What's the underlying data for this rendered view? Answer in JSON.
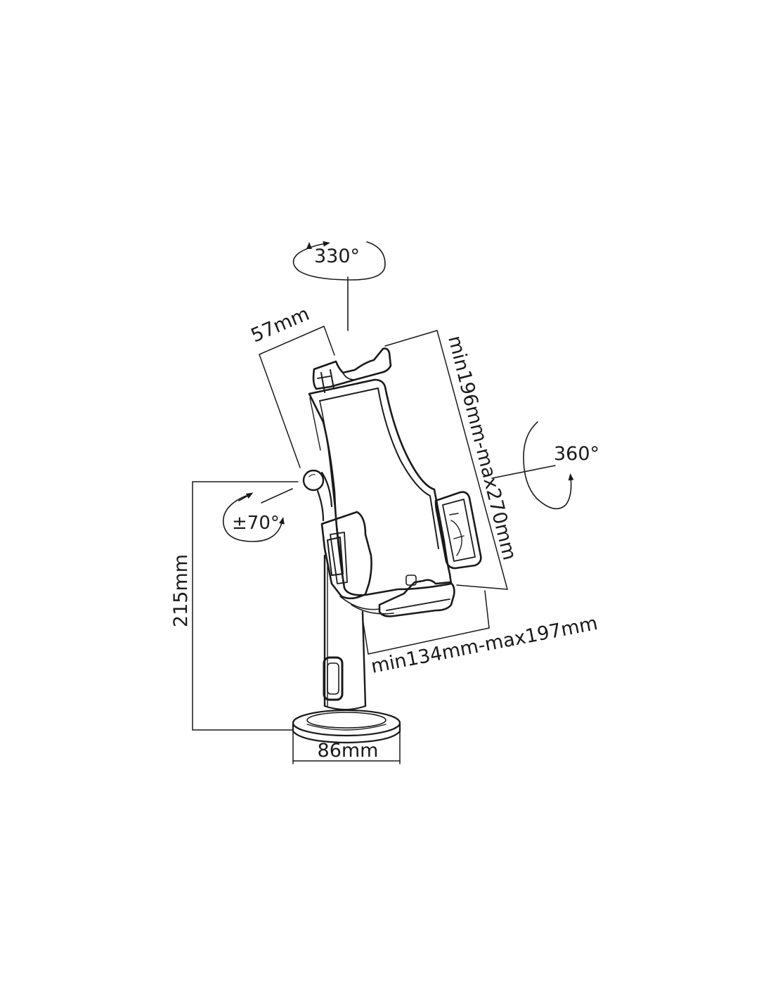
{
  "labels": {
    "rotation_top": "330°",
    "rotation_side": "360°",
    "tilt": "±70°",
    "depth": "57mm",
    "holder_height": "min196mm-max270mm",
    "holder_width": "min134mm-max197mm",
    "stand_height": "215mm",
    "base_diameter": "86mm"
  },
  "colors": {
    "line": "#1a1a1a",
    "background": "#ffffff"
  }
}
